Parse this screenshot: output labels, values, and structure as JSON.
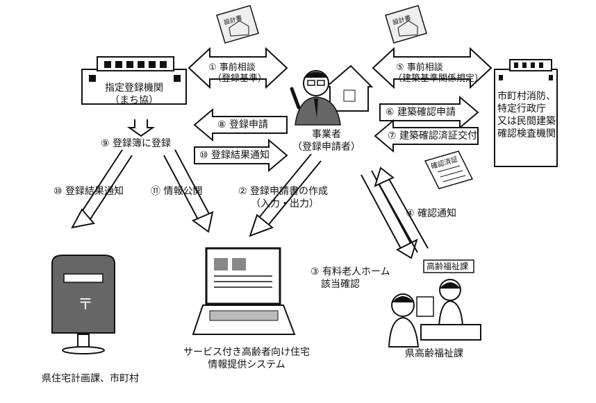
{
  "nodes": {
    "registry_agency": {
      "name": "指定登録機関",
      "sub": "（まち協）"
    },
    "register_action": "⑨ 登録簿に登録",
    "applicant": {
      "name": "事業者",
      "sub": "（登録申請者）"
    },
    "municipality": [
      "市町村消防、",
      "特定行政庁",
      "又は民間建築",
      "確認検査機関"
    ],
    "prefecture_housing": "県住宅計画課、市町村",
    "info_system": [
      "サービス付き高齢者向け住宅",
      "情報提供システム"
    ],
    "welfare_office": "県高齢福祉課",
    "welfare_sign": "高齢福祉課",
    "certificate_label": "確認済証",
    "document_label": "設計書"
  },
  "flows": {
    "f1": [
      "① 事前相談",
      "（登録基準）"
    ],
    "f5": [
      "⑤ 事前相談",
      "（建築基準関係規定）"
    ],
    "f6": "⑥ 建築確認申請",
    "f7": "⑦ 建築確認済証交付",
    "f8": "⑧ 登録申請",
    "f10a": "⑩ 登録結果通知",
    "f10b": "⑩ 登録結果通知",
    "f11": "⑪ 情報公開",
    "f2": [
      "② 登録申請書の作成",
      "（入力・出力）"
    ],
    "f3": [
      "③ 有料老人ホーム",
      "該当確認"
    ],
    "f4": "④ 確認通知"
  },
  "mailbox_mark": "〒"
}
